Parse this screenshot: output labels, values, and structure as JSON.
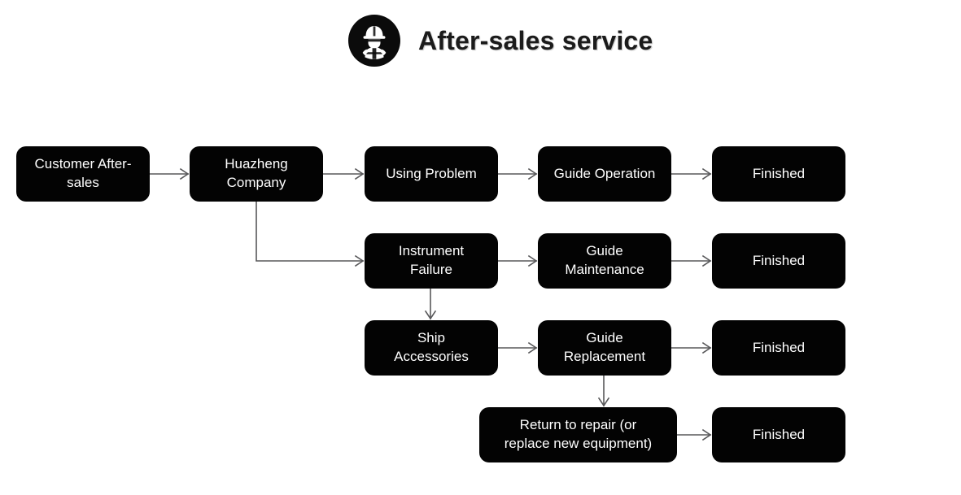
{
  "header": {
    "title": "After-sales service",
    "icon": "worker-hardhat-icon",
    "icon_bg": "#0b0b0b",
    "title_color": "#1b1b1b"
  },
  "diagram": {
    "type": "flowchart",
    "node_fill": "#030303",
    "node_text_color": "#ffffff",
    "connector_color": "#58585a",
    "nodes": [
      {
        "id": "customer",
        "label": "Customer After-\nsales"
      },
      {
        "id": "huazheng",
        "label": "Huazheng\nCompany"
      },
      {
        "id": "using",
        "label": "Using Problem"
      },
      {
        "id": "guide_op",
        "label": "Guide Operation"
      },
      {
        "id": "finished_1",
        "label": "Finished"
      },
      {
        "id": "instrument",
        "label": "Instrument\nFailure"
      },
      {
        "id": "guide_maint",
        "label": "Guide\nMaintenance"
      },
      {
        "id": "finished_2",
        "label": "Finished"
      },
      {
        "id": "ship",
        "label": "Ship\nAccessories"
      },
      {
        "id": "guide_rep",
        "label": "Guide\nReplacement"
      },
      {
        "id": "finished_3",
        "label": "Finished"
      },
      {
        "id": "return_repair",
        "label": "Return to repair (or\nreplace new equipment)"
      },
      {
        "id": "finished_4",
        "label": "Finished"
      }
    ],
    "edges": [
      {
        "from": "customer",
        "to": "huazheng",
        "style": "straight-right"
      },
      {
        "from": "huazheng",
        "to": "using",
        "style": "straight-right"
      },
      {
        "from": "using",
        "to": "guide_op",
        "style": "straight-right"
      },
      {
        "from": "guide_op",
        "to": "finished_1",
        "style": "straight-right"
      },
      {
        "from": "huazheng",
        "to": "instrument",
        "style": "elbow-down-right"
      },
      {
        "from": "instrument",
        "to": "guide_maint",
        "style": "straight-right"
      },
      {
        "from": "guide_maint",
        "to": "finished_2",
        "style": "straight-right"
      },
      {
        "from": "instrument",
        "to": "ship",
        "style": "straight-down"
      },
      {
        "from": "ship",
        "to": "guide_rep",
        "style": "straight-right"
      },
      {
        "from": "guide_rep",
        "to": "finished_3",
        "style": "straight-right"
      },
      {
        "from": "guide_rep",
        "to": "return_repair",
        "style": "straight-down"
      },
      {
        "from": "return_repair",
        "to": "finished_4",
        "style": "straight-right"
      }
    ]
  }
}
